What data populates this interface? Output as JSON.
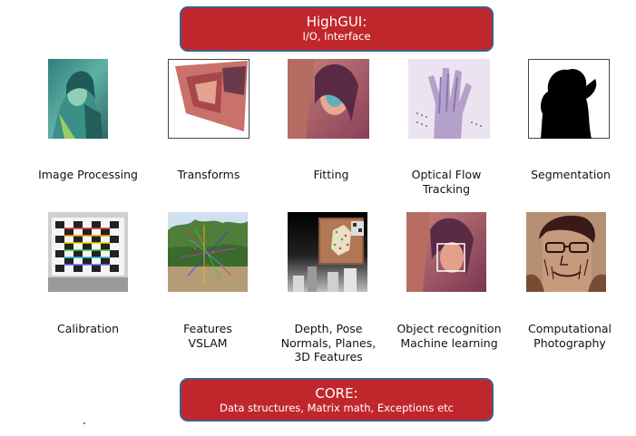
{
  "header": {
    "title": "HighGUI:",
    "subtitle": "I/O, Interface"
  },
  "row1": [
    {
      "lines": [
        "Image Processing"
      ]
    },
    {
      "lines": [
        "Transforms"
      ]
    },
    {
      "lines": [
        "Fitting"
      ]
    },
    {
      "lines": [
        "Optical Flow",
        "Tracking"
      ]
    },
    {
      "lines": [
        "Segmentation"
      ]
    }
  ],
  "row2": [
    {
      "lines": [
        "Calibration"
      ]
    },
    {
      "lines": [
        "Features",
        "VSLAM"
      ]
    },
    {
      "lines": [
        "Depth, Pose",
        "Normals, Planes,",
        "3D Features"
      ]
    },
    {
      "lines": [
        "Object recognition",
        "Machine learning"
      ]
    },
    {
      "lines": [
        "Computational",
        "Photography"
      ]
    }
  ],
  "footer": {
    "title": "CORE:",
    "subtitle": "Data structures, Matrix math, Exceptions etc"
  },
  "colors": {
    "banner_fill": "#c0272d",
    "banner_border": "#3f5f8f",
    "banner_text": "#ffffff"
  }
}
